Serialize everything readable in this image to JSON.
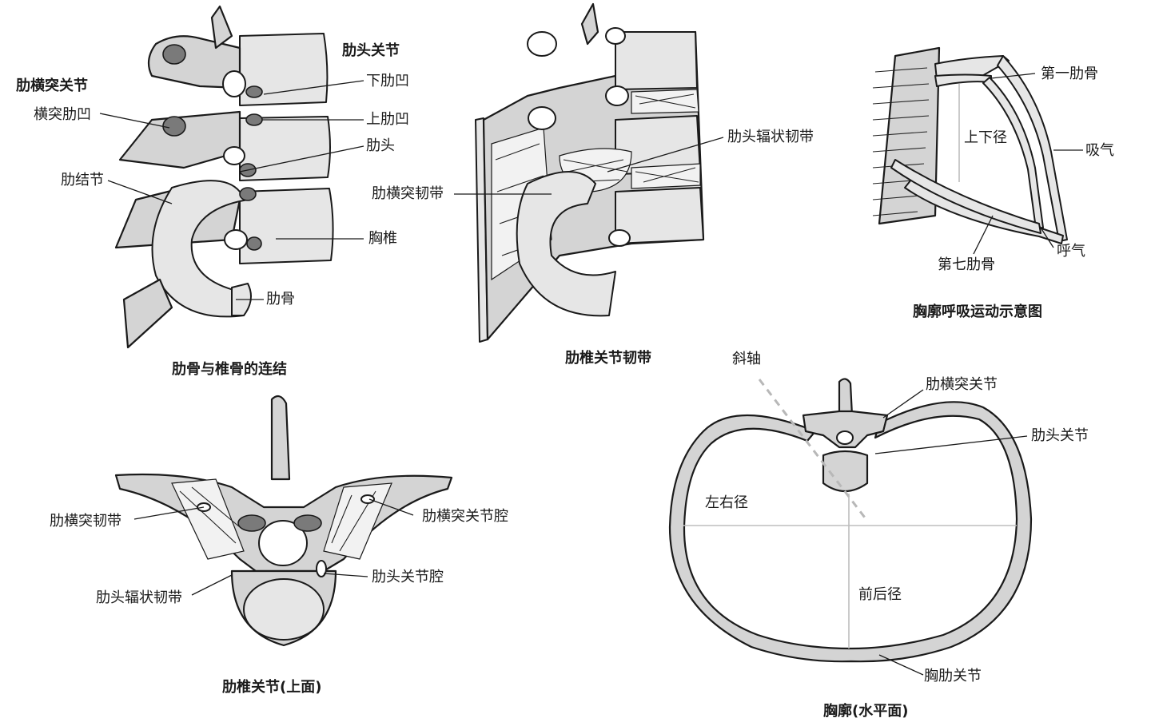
{
  "panels": {
    "costovertebral": {
      "caption": "肋骨与椎骨的连结",
      "labels": {
        "costotransverse_joint": "肋横突关节",
        "costal_head_joint": "肋头关节",
        "transverse_costal_facet": "横突肋凹",
        "inferior_costal_facet": "下肋凹",
        "superior_costal_facet": "上肋凹",
        "rib_head": "肋头",
        "rib_tubercle": "肋结节",
        "thoracic_vertebra": "胸椎",
        "rib": "肋骨"
      }
    },
    "ligaments": {
      "caption": "肋椎关节韧带",
      "labels": {
        "radiate_ligament": "肋头辐状韧带",
        "costotransverse_ligament": "肋横突韧带"
      }
    },
    "breathing": {
      "caption": "胸廓呼吸运动示意图",
      "labels": {
        "first_rib": "第一肋骨",
        "vertical_diameter": "上下径",
        "inspiration": "吸气",
        "expiration": "呼气",
        "seventh_rib": "第七肋骨"
      }
    },
    "superior_view": {
      "caption": "肋椎关节(上面)",
      "labels": {
        "costotransverse_ligament": "肋横突韧带",
        "costotransverse_joint_cavity": "肋横突关节腔",
        "radiate_ligament": "肋头辐状韧带",
        "costal_head_joint_cavity": "肋头关节腔"
      }
    },
    "thorax_horizontal": {
      "caption": "胸廓(水平面)",
      "labels": {
        "oblique_axis": "斜轴",
        "costotransverse_joint": "肋横突关节",
        "costal_head_joint": "肋头关节",
        "transverse_diameter": "左右径",
        "sagittal_diameter": "前后径",
        "sternocostal_joint": "胸肋关节"
      }
    }
  }
}
